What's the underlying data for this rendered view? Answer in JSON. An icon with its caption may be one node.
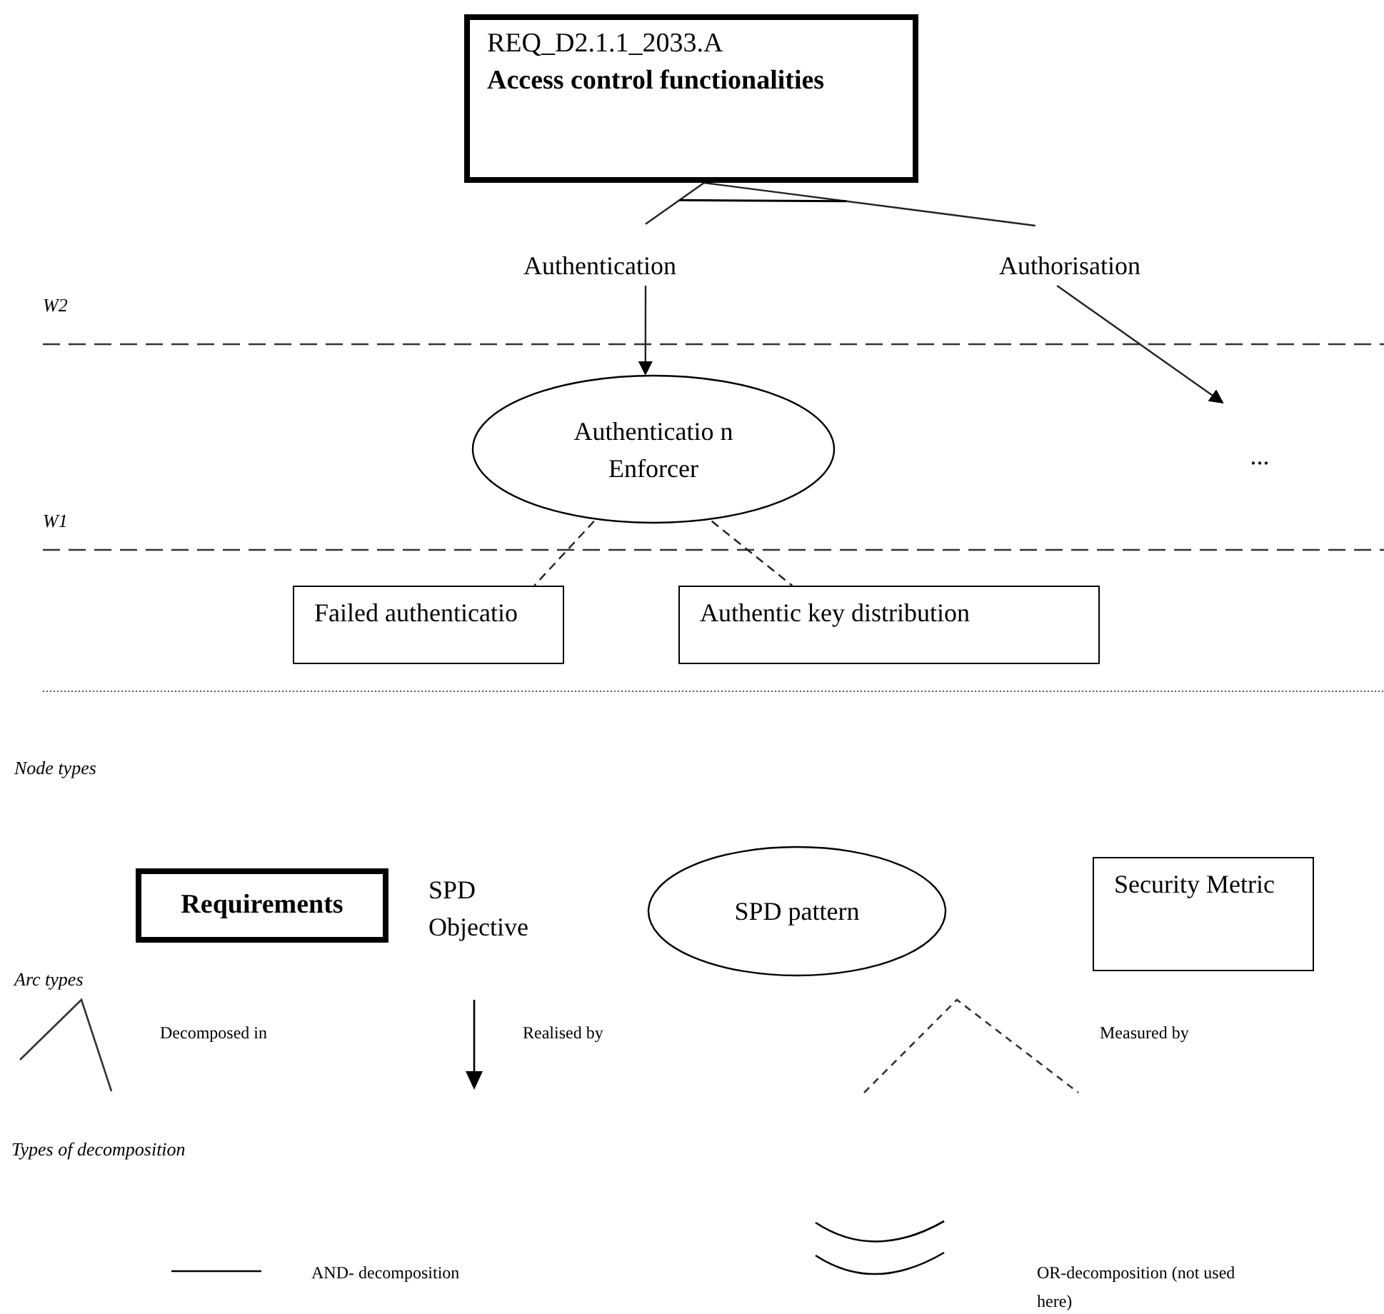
{
  "diagram": {
    "nodes": [
      {
        "text": [
          "REQ_D2.1.1_2033.A",
          "Access control functionalities"
        ]
      },
      {
        "text": [
          "Authentication"
        ]
      },
      {
        "text": [
          "Authorisation"
        ]
      },
      {
        "text": [
          "Authenticatio n Enforcer"
        ]
      },
      {
        "text": [
          "..."
        ]
      },
      {
        "text": [
          "Failed authenticatio"
        ]
      },
      {
        "text": [
          "Authentic key distribution"
        ]
      },
      {
        "text": [
          "Requirements"
        ]
      },
      {
        "text": [
          "SPD pattern"
        ]
      },
      {
        "text": [
          "Security Metric"
        ]
      }
    ],
    "edges": [
      {
        "from": 0,
        "to": 1,
        "arrow": "none"
      },
      {
        "from": 0,
        "to": 2,
        "arrow": "none"
      },
      {
        "from": 1,
        "to": 3,
        "arrow": "to"
      },
      {
        "from": 2,
        "to": 4,
        "arrow": "to"
      },
      {
        "from": 3,
        "to": 5,
        "arrow": "none",
        "style": "dashed"
      },
      {
        "from": 3,
        "to": 6,
        "arrow": "none",
        "style": "dashed"
      }
    ],
    "labels": [
      "W2",
      "W1",
      "Node types",
      "SPD Objective",
      "Arc types",
      "Decomposed in",
      "Realised by",
      "Measured by",
      "Types of decomposition",
      "AND- decomposition",
      "OR-decomposition (not used here)"
    ]
  }
}
